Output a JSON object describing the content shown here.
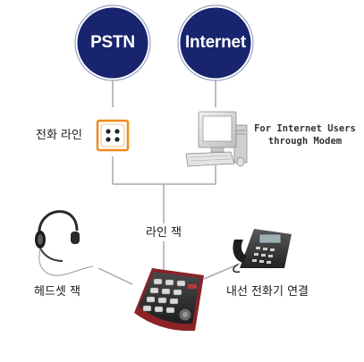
{
  "colors": {
    "network_circle": "#18246e",
    "network_ring": "#9aa0c4",
    "line": "#a8a8a8",
    "jack_border": "#f08a1c"
  },
  "nodes": {
    "pstn": {
      "label": "PSTN",
      "icon": "pstn-network-circle"
    },
    "internet": {
      "label": "Internet",
      "icon": "internet-network-circle"
    },
    "wall_jack": {
      "label": "전화 라인",
      "icon": "phone-jack-icon"
    },
    "computer": {
      "note_line1": "For Internet Users",
      "note_line2": "through Modem",
      "icon": "desktop-computer-icon"
    },
    "line_jack": {
      "label": "라인 잭"
    },
    "headset": {
      "label": "헤드셋 잭",
      "icon": "headset-icon"
    },
    "extension_phone": {
      "label": "내선 전화기 연결",
      "icon": "desk-phone-icon"
    },
    "keypad_device": {
      "icon": "keypad-device-icon"
    }
  }
}
